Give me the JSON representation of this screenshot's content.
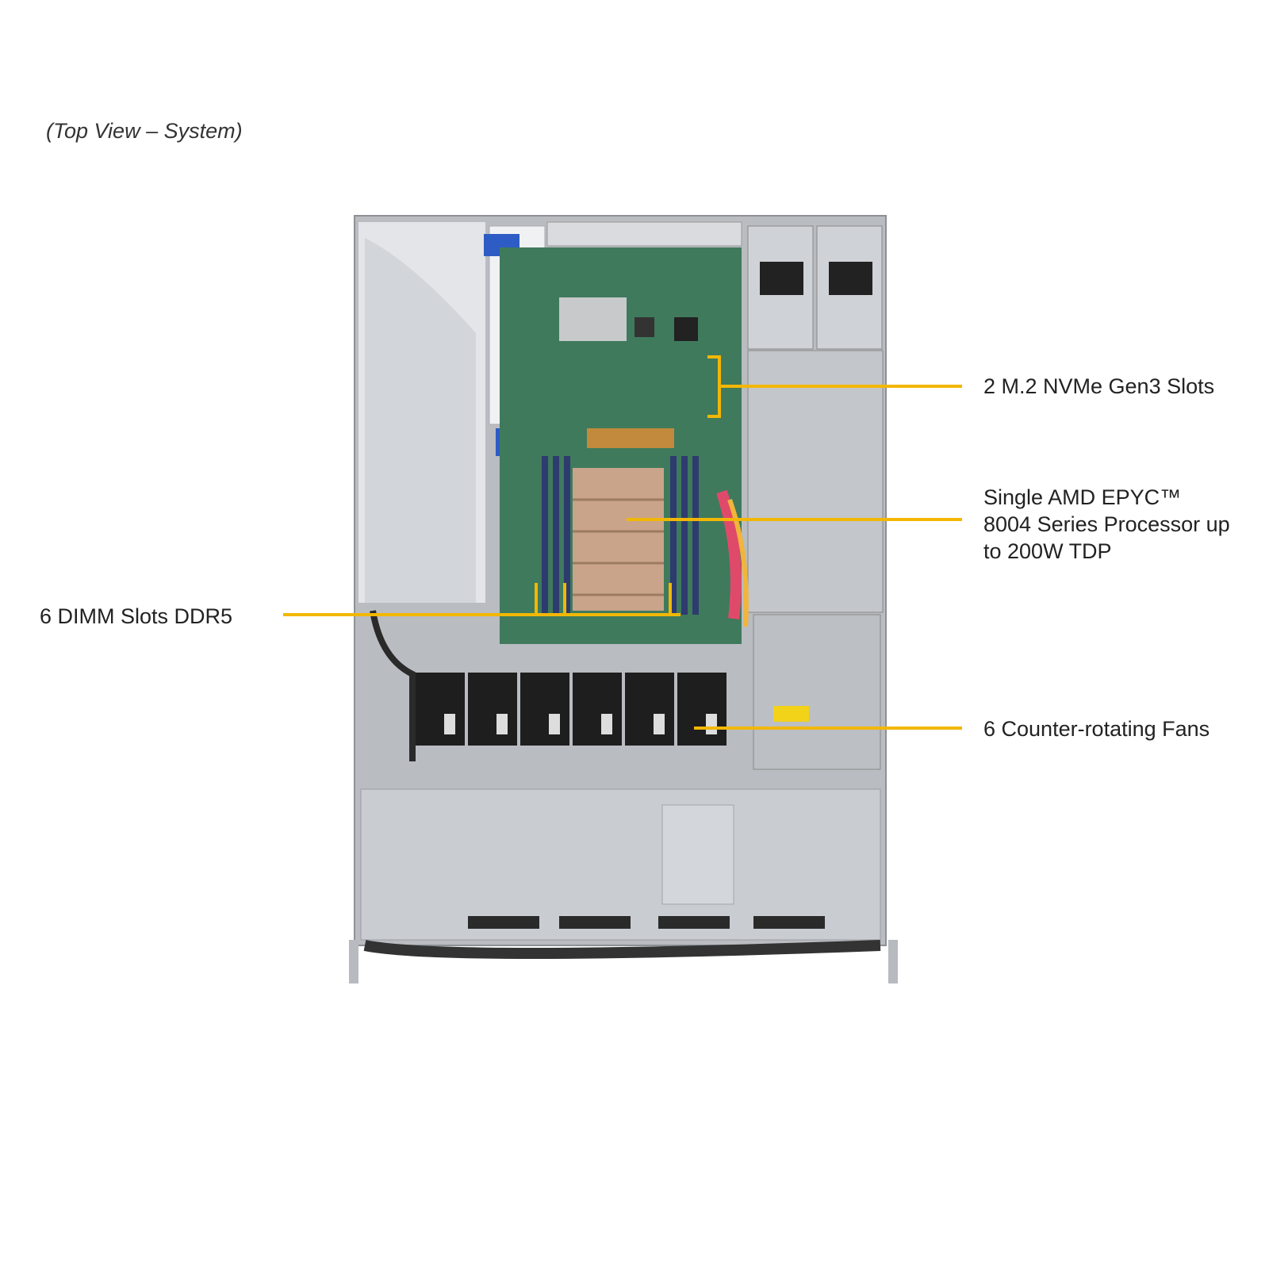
{
  "view_title": "(Top View – System)",
  "callouts": {
    "m2": "2 M.2 NVMe Gen3 Slots",
    "cpu": {
      "line1": "Single AMD EPYC™",
      "line2": "8004 Series Processor up",
      "line3": "to 200W TDP"
    },
    "dimm": "6 DIMM Slots DDR5",
    "fans": "6 Counter-rotating Fans"
  },
  "colors": {
    "callout_line": "#f2b705",
    "board": "#3f7a5c",
    "chassis": "#c9ccd0",
    "fan": "#1e1e1e"
  }
}
